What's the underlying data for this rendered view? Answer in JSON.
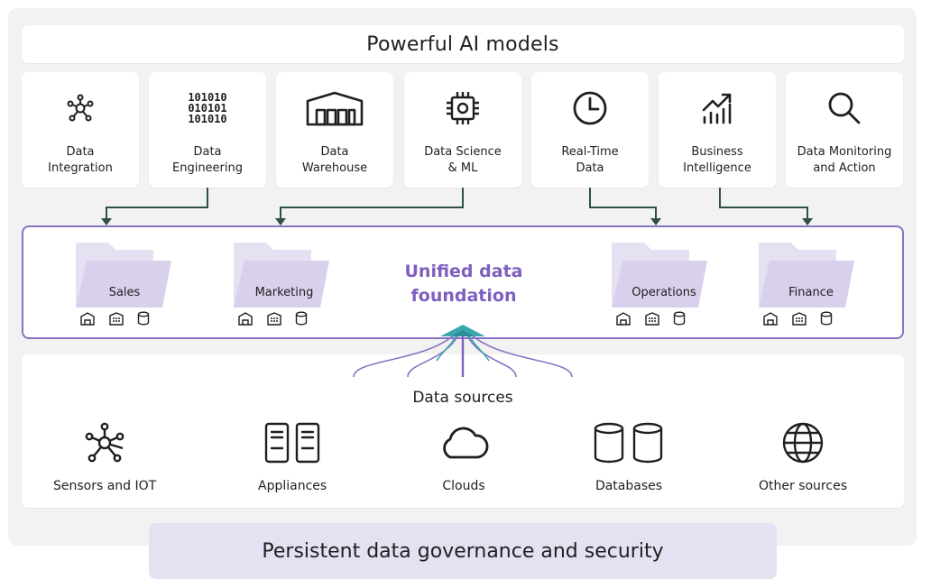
{
  "title": "Powerful AI models",
  "colors": {
    "accent": "#7e5fc0",
    "border": "#8b72c2",
    "arrow": "#2f4f4a",
    "folder": "#e6e0f3",
    "governance_bg": "#e6e0f3"
  },
  "models": [
    {
      "icon": "network-icon",
      "line1": "Data",
      "line2": "Integration"
    },
    {
      "icon": "binary-icon",
      "line1": "Data",
      "line2": "Engineering",
      "binary": [
        "101010",
        "010101",
        "101010"
      ]
    },
    {
      "icon": "warehouse-icon",
      "line1": "Data",
      "line2": "Warehouse"
    },
    {
      "icon": "chip-icon",
      "line1": "Data Science",
      "line2": "& ML"
    },
    {
      "icon": "clock-icon",
      "line1": "Real-Time",
      "line2": "Data"
    },
    {
      "icon": "chart-trend-icon",
      "line1": "Business",
      "line2": "Intelligence"
    },
    {
      "icon": "search-icon",
      "line1": "Data Monitoring",
      "line2": "and Action"
    }
  ],
  "unified": {
    "line1": "Unified data",
    "line2": "foundation"
  },
  "folders": [
    {
      "label": "Sales"
    },
    {
      "label": "Marketing"
    },
    {
      "label": "Operations"
    },
    {
      "label": "Finance"
    }
  ],
  "sources": {
    "title": "Data sources",
    "items": [
      {
        "icon": "network-icon",
        "label": "Sensors and IOT"
      },
      {
        "icon": "server-icon",
        "label": "Appliances"
      },
      {
        "icon": "cloud-icon",
        "label": "Clouds"
      },
      {
        "icon": "database-icon",
        "label": "Databases"
      },
      {
        "icon": "globe-icon",
        "label": "Other sources"
      }
    ]
  },
  "governance": "Persistent data governance and security"
}
